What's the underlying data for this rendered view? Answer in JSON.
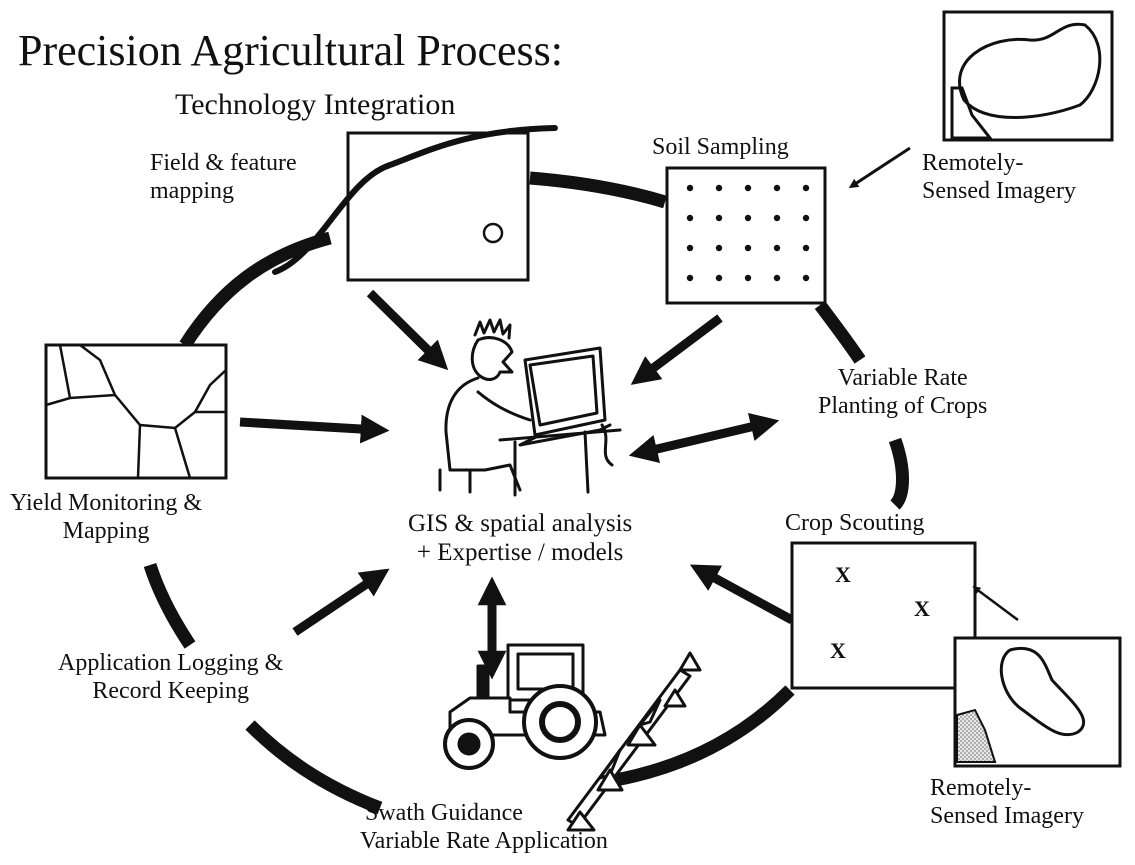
{
  "diagram": {
    "title": "Precision Agricultural Process:",
    "subtitle": "Technology Integration",
    "center_label": {
      "line1": "GIS & spatial analysis",
      "line2": "+ Expertise / models"
    },
    "nodes": [
      {
        "id": "field-mapping",
        "line1": "Field & feature",
        "line2": "mapping"
      },
      {
        "id": "soil-sampling",
        "line1": "Soil Sampling"
      },
      {
        "id": "remote-imagery-top",
        "line1": "Remotely-",
        "line2": "Sensed Imagery"
      },
      {
        "id": "variable-rate-planting",
        "line1": "Variable Rate",
        "line2": "Planting of Crops"
      },
      {
        "id": "crop-scouting",
        "line1": "Crop Scouting"
      },
      {
        "id": "remote-imagery-bottom",
        "line1": "Remotely-",
        "line2": "Sensed Imagery"
      },
      {
        "id": "swath-guidance",
        "line1": "Swath Guidance",
        "line2": "Variable Rate Application"
      },
      {
        "id": "application-logging",
        "line1": "Application Logging &",
        "line2": "Record Keeping"
      },
      {
        "id": "yield-monitoring",
        "line1": "Yield Monitoring &",
        "line2": "Mapping"
      }
    ],
    "scouting_marks": [
      "X",
      "X",
      "X"
    ],
    "colors": {
      "ink": "#111111",
      "background": "#ffffff",
      "shade": "#bdbdbd"
    }
  }
}
